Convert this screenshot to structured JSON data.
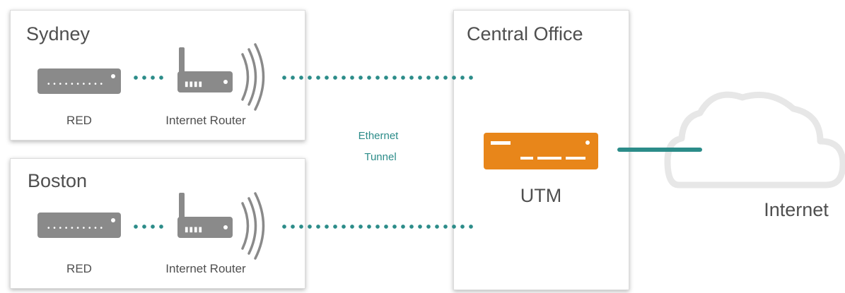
{
  "sites": [
    {
      "name": "Sydney",
      "device_label": "RED",
      "router_label": "Internet Router"
    },
    {
      "name": "Boston",
      "device_label": "RED",
      "router_label": "Internet Router"
    }
  ],
  "central": {
    "title": "Central Office",
    "utm_label": "UTM"
  },
  "tunnel_label_line1": "Ethernet",
  "tunnel_label_line2": "Tunnel",
  "internet_label": "Internet",
  "colors": {
    "device_gray": "#8a8a8a",
    "link_teal": "#2c8c89",
    "utm_orange": "#e8861a",
    "text_gray": "#4f4f4f"
  }
}
